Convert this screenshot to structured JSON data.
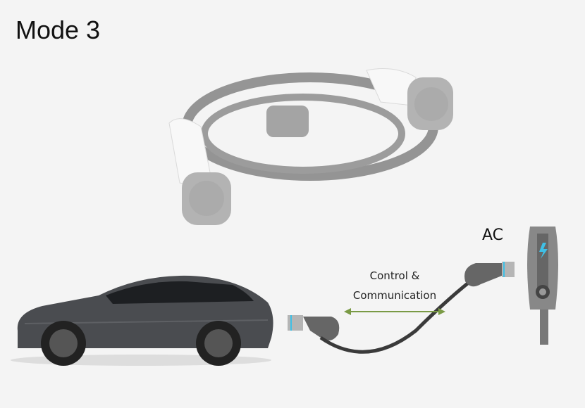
{
  "title": "Mode 3",
  "labels": {
    "ac": "AC",
    "control_line1": "Control &",
    "control_line2": "Communication"
  },
  "colors": {
    "arrow": "#7a9a45",
    "accent": "#3fc0e6",
    "cable": "#3a3a3a",
    "car": "#4a4c50"
  }
}
